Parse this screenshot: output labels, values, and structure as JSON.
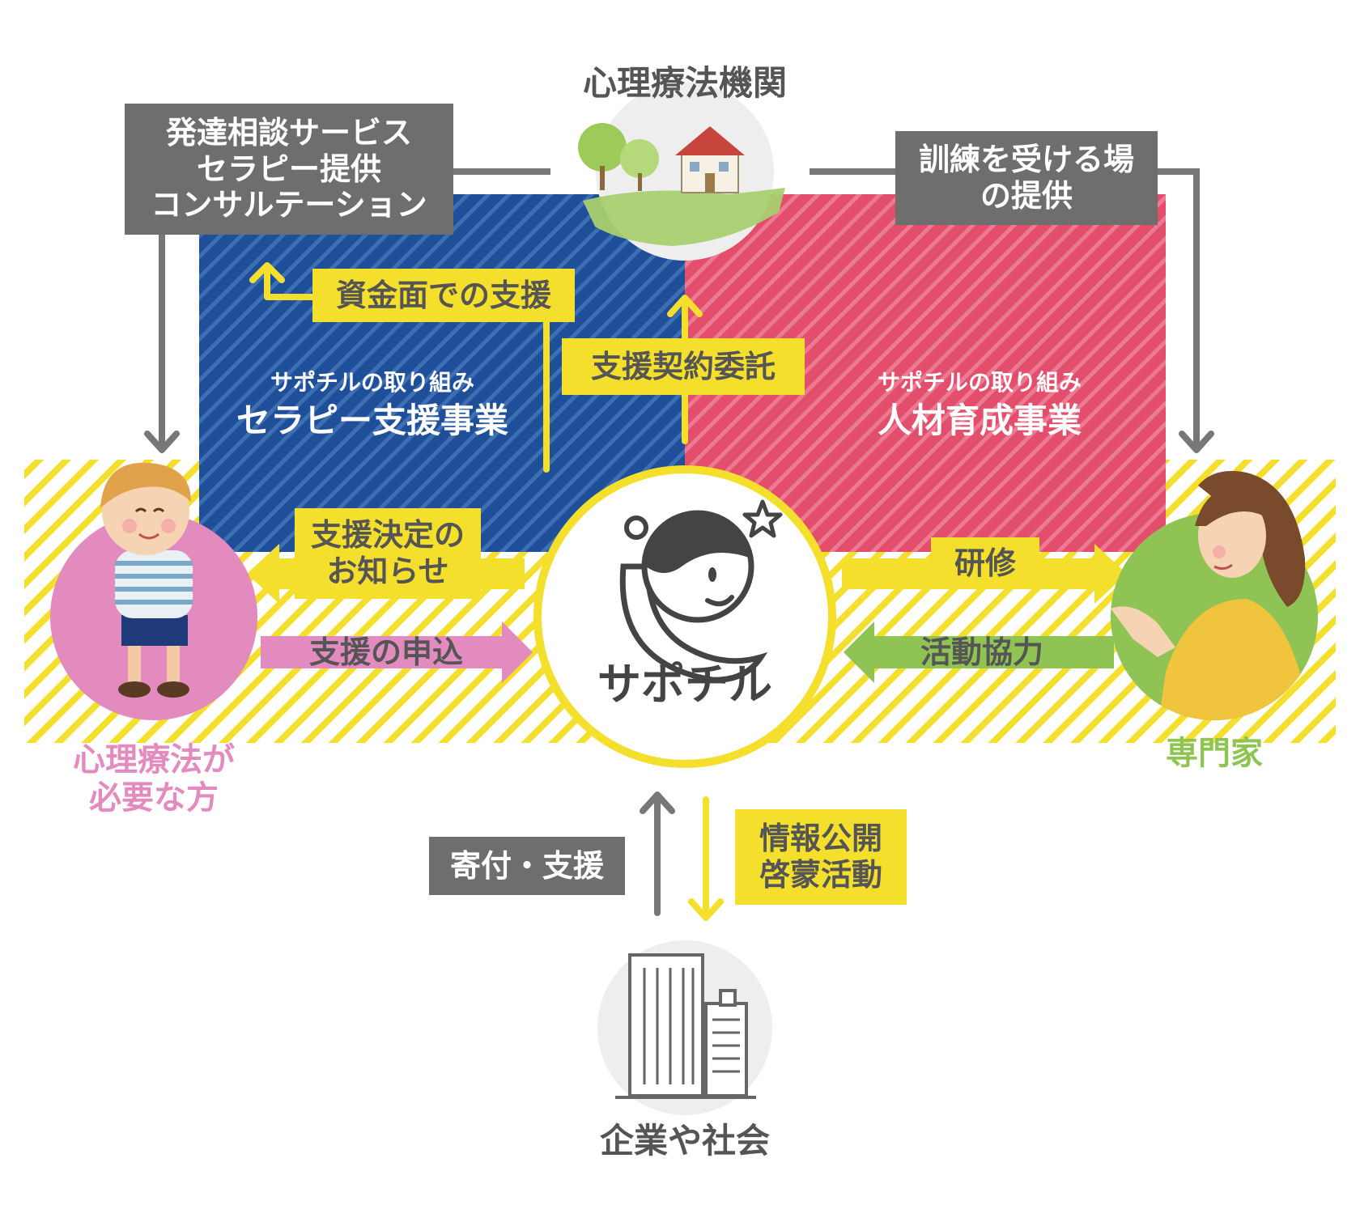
{
  "colors": {
    "blue": "#1f4f98",
    "red": "#e34e6c",
    "yellow": "#f4df2c",
    "gray": "#6e6e6e",
    "pink": "#e38bbf",
    "green": "#8fc455",
    "text_gray": "#555555"
  },
  "top_node": {
    "title": "心理療法機関",
    "icon": "house-with-trees-icon"
  },
  "services_box": {
    "lines": [
      "発達相談サービス",
      "セラピー提供",
      "コンサルテーション"
    ]
  },
  "training_box": {
    "lines": [
      "訓練を受ける場",
      "の提供"
    ]
  },
  "funding_label": "資金面での支援",
  "contract_label": "支援契約委託",
  "left_program": {
    "subtitle": "サポチルの取り組み",
    "title": "セラピー支援事業"
  },
  "right_program": {
    "subtitle": "サポチルの取り組み",
    "title": "人材育成事業"
  },
  "notice_label": {
    "lines": [
      "支援決定の",
      "お知らせ"
    ]
  },
  "apply_label": "支援の申込",
  "training_label": "研修",
  "cooperation_label": "活動協力",
  "center": {
    "name": "サポチル",
    "icon": "sapochiru-mascot-logo"
  },
  "client_node": {
    "lines": [
      "心理療法が",
      "必要な方"
    ],
    "icon": "child-illustration"
  },
  "expert_node": {
    "title": "専門家",
    "icon": "woman-illustration"
  },
  "donation_label": "寄付・支援",
  "info_label": {
    "lines": [
      "情報公開",
      "啓蒙活動"
    ]
  },
  "society_node": {
    "title": "企業や社会",
    "icon": "buildings-icon"
  }
}
